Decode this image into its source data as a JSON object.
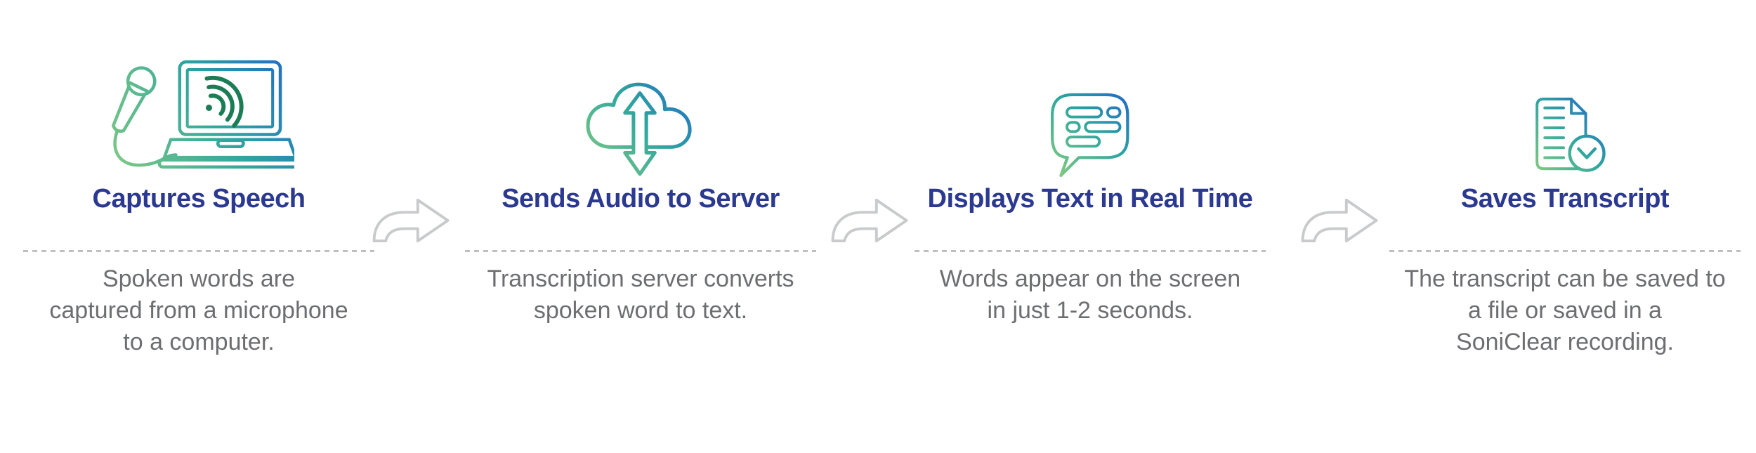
{
  "page": {
    "background": "#ffffff",
    "description_of_figure": "Four-step speech transcription process infographic"
  },
  "colors": {
    "title_navy": "#2B3990",
    "body_gray": "#6D6E71",
    "divider_gray": "#BDBFC1",
    "arrow_gray": "#C9CACC",
    "wave_green": "#1C7C55",
    "gradient_green": "#7FC884",
    "gradient_teal": "#2FA79E",
    "gradient_blue": "#2470C3"
  },
  "steps": [
    {
      "title": "Captures Speech",
      "icon": "microphone-laptop-icon",
      "description": "Spoken words are captured from a microphone to a computer.",
      "lines": [
        "Spoken words are",
        "captured from a microphone",
        "to a computer."
      ]
    },
    {
      "title": "Sends Audio to Server",
      "icon": "cloud-transfer-icon",
      "description": "Transcription server converts spoken word to text.",
      "lines": [
        "Transcription server converts",
        "spoken word to text."
      ]
    },
    {
      "title": "Displays Text in Real Time",
      "icon": "chat-bubble-icon",
      "description": "Words appear on the screen in just 1-2 seconds.",
      "lines": [
        "Words appear on the screen",
        "in just 1-2 seconds."
      ]
    },
    {
      "title": "Saves Transcript",
      "icon": "transcript-file-icon",
      "description": "The transcript can be saved to a file or saved in a SoniClear recording.",
      "lines": [
        "The transcript can be saved to",
        "a file or saved in a",
        "SoniClear recording."
      ]
    }
  ],
  "arrows": {
    "count": 3,
    "meaning": "process flow left to right"
  }
}
